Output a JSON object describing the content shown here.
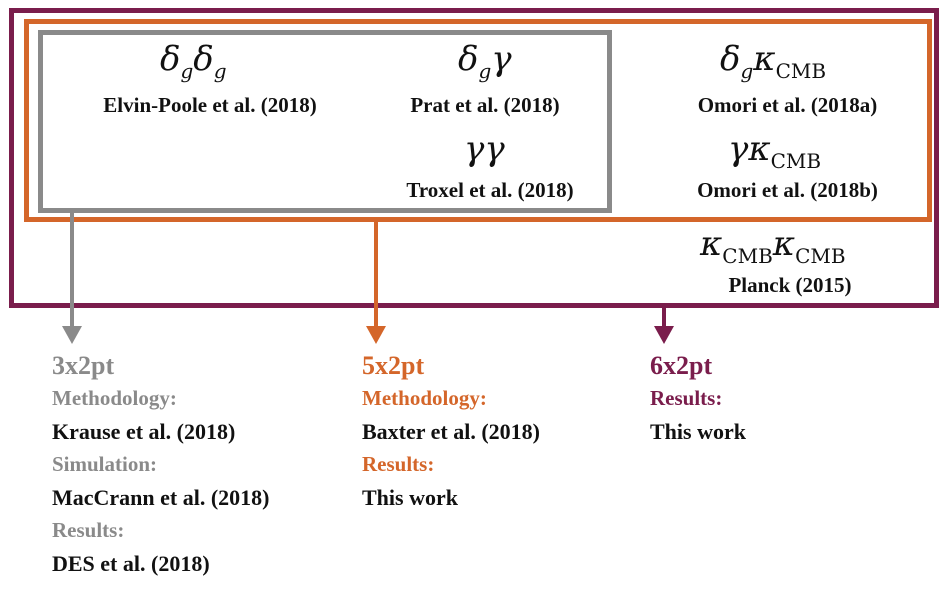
{
  "colors": {
    "outer": "#7a1d4c",
    "middle": "#d4662a",
    "inner": "#8a8a8a"
  },
  "cells": {
    "dgdg": {
      "sym_main": "δ",
      "sub1": "g",
      "sym2": "δ",
      "sub2": "g",
      "ref": "Elvin-Poole et al. (2018)"
    },
    "dgg": {
      "sym_main": "δ",
      "sub1": "g",
      "sym2": "γ",
      "ref": "Prat et al. (2018)"
    },
    "gg": {
      "sym": "γγ",
      "ref": "Troxel et al. (2018)"
    },
    "dgk": {
      "sym_main": "δ",
      "sub1": "g",
      "sym2": "κ",
      "sub2": "CMB",
      "ref": "Omori et al. (2018a)"
    },
    "gk": {
      "sym_main": "γκ",
      "sub2": "CMB",
      "ref": "Omori et al. (2018b)"
    },
    "kk": {
      "sym_main": "κ",
      "sub1": "CMB",
      "sym2": "κ",
      "sub2": "CMB",
      "ref": "Planck (2015)"
    }
  },
  "columns": {
    "c3": {
      "title": "3x2pt",
      "methodology_label": "Methodology:",
      "methodology": "Krause et al. (2018)",
      "simulation_label": "Simulation:",
      "simulation": "MacCrann et al. (2018)",
      "results_label": "Results:",
      "results": "DES et al. (2018)"
    },
    "c5": {
      "title": "5x2pt",
      "methodology_label": "Methodology:",
      "methodology": "Baxter et al. (2018)",
      "results_label": "Results:",
      "results": "This work"
    },
    "c6": {
      "title": "6x2pt",
      "results_label": "Results:",
      "results": "This work"
    }
  }
}
